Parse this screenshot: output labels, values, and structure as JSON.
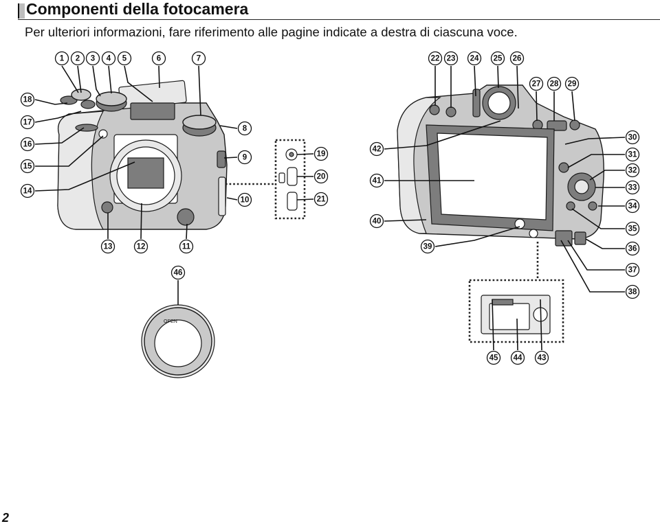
{
  "page": {
    "title": "Componenti della fotocamera",
    "subtitle": "Per ulteriori informazioni, fare riferimento alle pagine indicate a destra di ciascuna voce.",
    "page_number": "2"
  },
  "figure": {
    "front_camera_callouts": [
      "1",
      "2",
      "3",
      "4",
      "5",
      "6",
      "7",
      "8",
      "9",
      "10",
      "11",
      "12",
      "13",
      "14",
      "15",
      "16",
      "17",
      "18"
    ],
    "connector_callouts": [
      "19",
      "20",
      "21"
    ],
    "rear_camera_callouts": [
      "22",
      "23",
      "24",
      "25",
      "26",
      "27",
      "28",
      "29",
      "30",
      "31",
      "32",
      "33",
      "34",
      "35",
      "36",
      "37",
      "38",
      "39",
      "40",
      "41",
      "42"
    ],
    "battery_chamber_callouts": [
      "43",
      "44",
      "45"
    ],
    "body_cap_callout": "46",
    "body_cap_label": "OPEN"
  }
}
